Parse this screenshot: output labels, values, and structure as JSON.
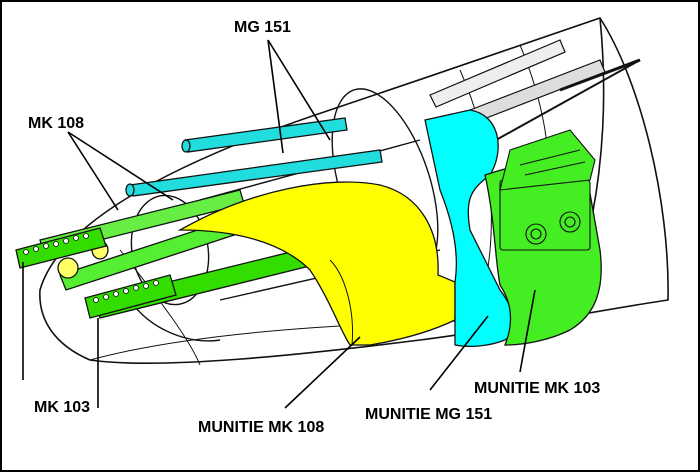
{
  "labels": {
    "mg151": "MG 151",
    "mk108": "MK 108",
    "mk103": "MK 103",
    "munitie_mk108": "MUNITIE MK 108",
    "munitie_mg151": "MUNITIE MG 151",
    "munitie_mk103": "MUNITIE MK 103"
  },
  "colors": {
    "mk108_ammo": "#ffff00",
    "mg151_ammo": "#00ffff",
    "mk103_ammo": "#33ee11",
    "mk103_gun": "#33dd00",
    "mg151_gun": "#22dddd",
    "outline": "#111111"
  }
}
